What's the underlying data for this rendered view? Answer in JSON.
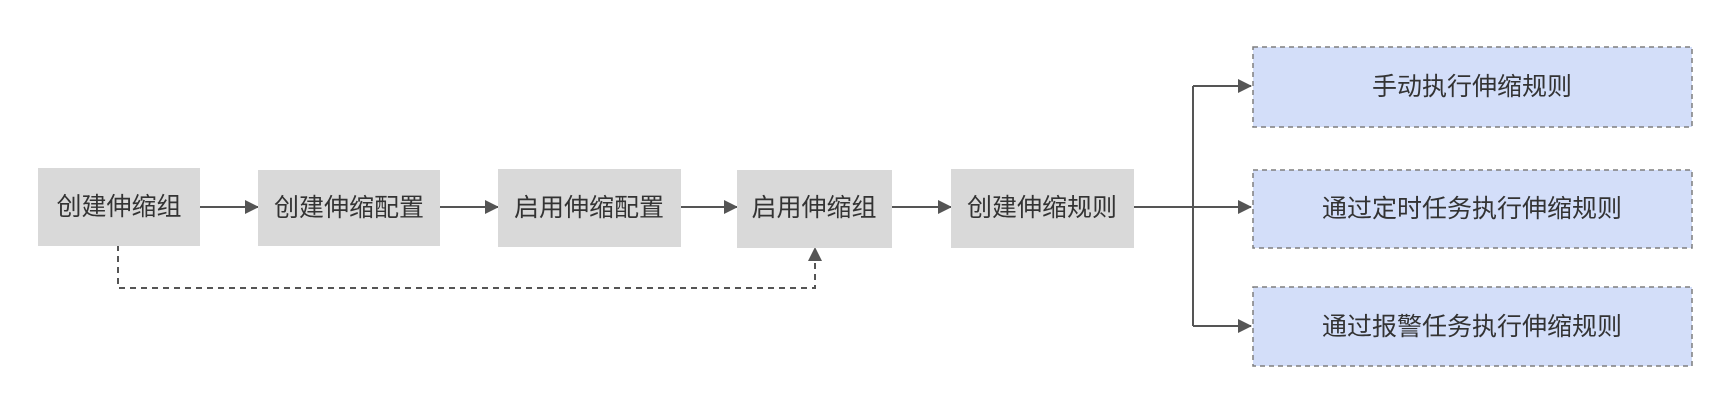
{
  "flow": {
    "steps": [
      "创建伸缩组",
      "创建伸缩配置",
      "启用伸缩配置",
      "启用伸缩组",
      "创建伸缩规则"
    ],
    "outcomes": [
      "手动执行伸缩规则",
      "通过定时任务执行伸缩规则",
      "通过报警任务执行伸缩规则"
    ]
  },
  "colors": {
    "step_fill": "#d9d9d9",
    "outcome_fill": "#d3def9",
    "outcome_border": "#7f7f7f",
    "connector": "#555555",
    "text": "#333333"
  }
}
